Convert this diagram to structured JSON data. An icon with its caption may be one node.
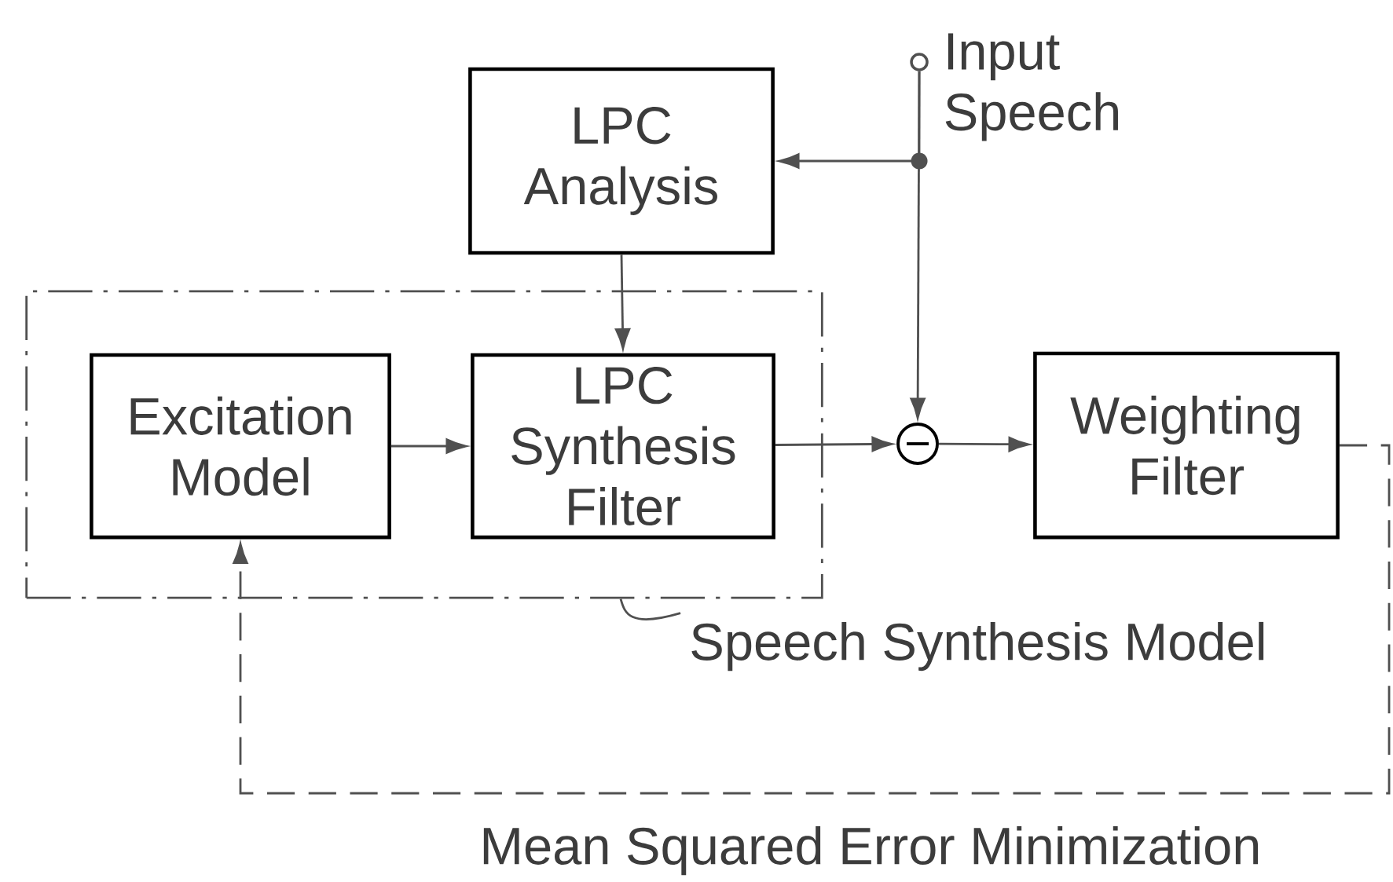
{
  "diagram": {
    "nodes": [
      {
        "text": [],
        "shape": "box"
      },
      {
        "text": [
          "LPC Analysis"
        ]
      },
      {
        "text": [
          "Excitation Model"
        ],
        "in": 0
      },
      {
        "text": [
          "LPC Synthesis Filter"
        ],
        "in": 0
      },
      {
        "text": [],
        "shape": "circle"
      },
      {
        "text": [
          "Weighting Filter"
        ]
      },
      {
        "text": [],
        "shape": "circle",
        "beside": [
          "Input Speech"
        ]
      },
      {
        "text": [
          "Speech Synthesis Model"
        ]
      }
    ],
    "edges": [
      {
        "from": 6,
        "to": 1,
        "arrow": "to"
      },
      {
        "from": 6,
        "to": 4,
        "arrow": "to"
      },
      {
        "from": 1,
        "to": 3,
        "arrow": "to"
      },
      {
        "from": 2,
        "to": 3,
        "arrow": "to"
      },
      {
        "from": 3,
        "to": 4,
        "arrow": "to"
      },
      {
        "from": 4,
        "to": 5,
        "arrow": "to"
      },
      {
        "from": 5,
        "to": 2,
        "arrow": "to",
        "style": "dashed",
        "label": "Mean Squared Error Minimization"
      },
      {
        "from": 7,
        "to": 0,
        "arrow": "none"
      }
    ]
  }
}
